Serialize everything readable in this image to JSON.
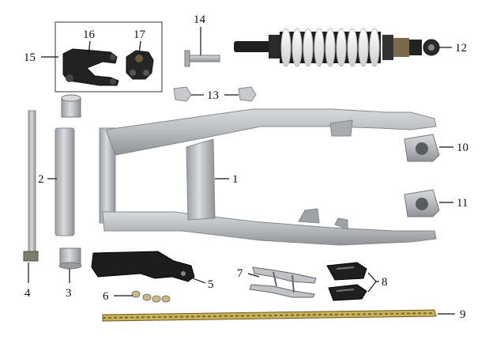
{
  "diagram": {
    "callouts": {
      "1": "1",
      "2": "2",
      "3": "3",
      "4": "4",
      "5": "5",
      "6": "6",
      "7": "7",
      "8": "8",
      "9": "9",
      "10": "10",
      "11": "11",
      "12": "12",
      "13": "13",
      "14": "14",
      "15": "15",
      "16": "16",
      "17": "17"
    }
  },
  "colors": {
    "aluminum": "#b9bcbf",
    "aluminum_dark": "#8b8f93",
    "black_part": "#1c1c1c",
    "spring": "#f2f2f2",
    "chain": "#c9b25a",
    "line": "#111111"
  }
}
